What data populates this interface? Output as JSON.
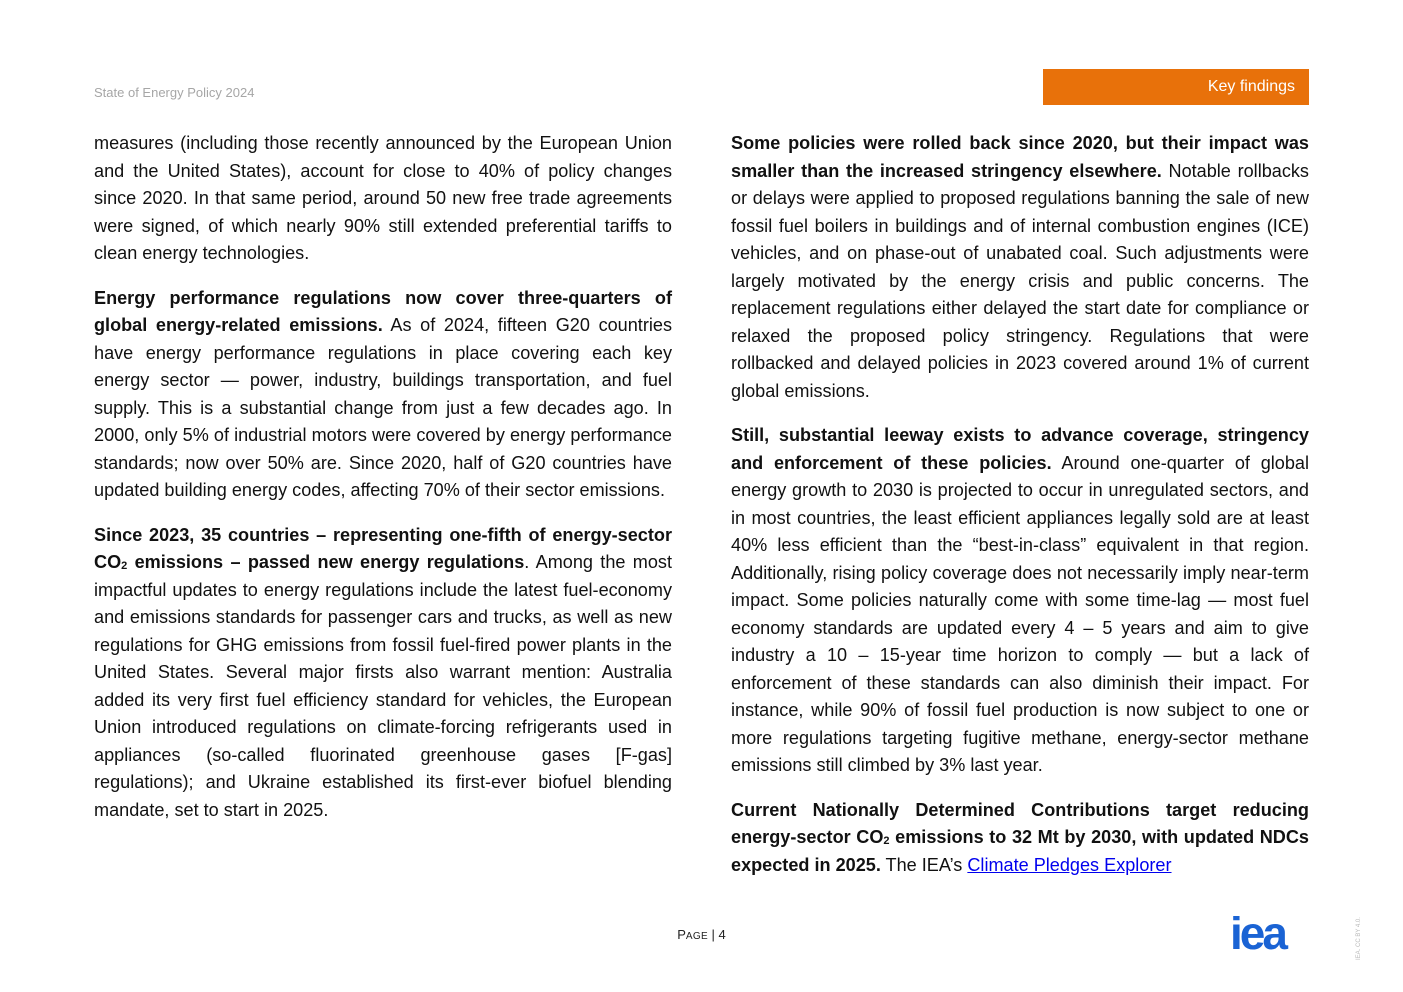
{
  "header": {
    "running_title": "State of Energy Policy 2024",
    "section_tab": "Key findings",
    "accent_color": "#e8710a"
  },
  "left_column": {
    "p1": "measures (including those recently announced by the European Union and the United States), account for close to 40% of policy changes since 2020. In that same period, around 50 new free trade agreements were signed, of which nearly 90% still extended preferential tariffs to clean energy technologies.",
    "p2_bold": "Energy performance regulations now cover three-quarters of global energy-related emissions.",
    "p2_text": " As of 2024, fifteen G20 countries have energy performance regulations in place covering each key energy sector — power, industry, buildings transportation, and fuel supply. This is a substantial change from just a few decades ago. In 2000, only 5% of industrial motors were covered by energy performance standards; now over 50% are. Since 2020, half of G20 countries have updated building energy codes, affecting 70% of their sector emissions.",
    "p3_bold_a": "Since 2023, 35 countries – representing one-fifth of energy-sector CO",
    "p3_bold_sub": "2",
    "p3_bold_b": " emissions – passed new energy regulations",
    "p3_text": ". Among the most impactful updates to energy regulations include the latest fuel-economy and emissions standards for passenger cars and trucks, as well as new regulations for GHG emissions from fossil fuel-fired power plants in the United States. Several major firsts also warrant mention: Australia added its very first fuel efficiency standard for vehicles, the European Union introduced regulations on climate-forcing refrigerants used in appliances (so-called fluorinated greenhouse gases [F-gas] regulations); and Ukraine established its first-ever biofuel blending mandate, set to start in 2025."
  },
  "right_column": {
    "p1_bold": "Some policies were rolled back since 2020, but their impact was smaller than the increased stringency elsewhere.",
    "p1_text": " Notable rollbacks or delays were applied to proposed regulations banning the sale of new fossil fuel boilers in buildings and of internal combustion engines (ICE) vehicles, and on phase-out of unabated coal. Such adjustments were largely motivated by the energy crisis and public concerns. The replacement regulations either delayed the start date for compliance or relaxed the proposed policy stringency. Regulations that were rollbacked and delayed policies in 2023 covered around 1% of current global emissions.",
    "p2_bold": "Still, substantial leeway exists to advance coverage, stringency and enforcement of these policies.",
    "p2_text": " Around one-quarter of global energy growth to 2030 is projected to occur in unregulated sectors, and in most countries, the least efficient appliances legally sold are at least 40% less efficient than the “best-in-class” equivalent in that region. Additionally, rising policy coverage does not necessarily imply near-term impact. Some policies naturally come with some time-lag — most fuel economy standards are updated every 4 – 5 years and aim to give industry a 10 – 15-year time horizon to comply — but a lack of enforcement of these standards can also diminish their impact. For instance, while 90% of fossil fuel production is now subject to one or more regulations targeting fugitive methane, energy-sector methane emissions still climbed by 3% last year.",
    "p3_bold_a": "Current Nationally Determined Contributions target reducing energy-sector CO",
    "p3_bold_sub": "2",
    "p3_bold_b": " emissions to 32 Mt by 2030, with updated NDCs expected in 2025.",
    "p3_text": " The IEA’s ",
    "p3_link": "Climate Pledges Explorer"
  },
  "footer": {
    "page_label_first": "P",
    "page_label_rest": "AGE",
    "page_separator": " | ",
    "page_number": "4",
    "logo_text": "iea",
    "logo_color": "#1a63d4",
    "license": "IEA. CC BY 4.0."
  }
}
